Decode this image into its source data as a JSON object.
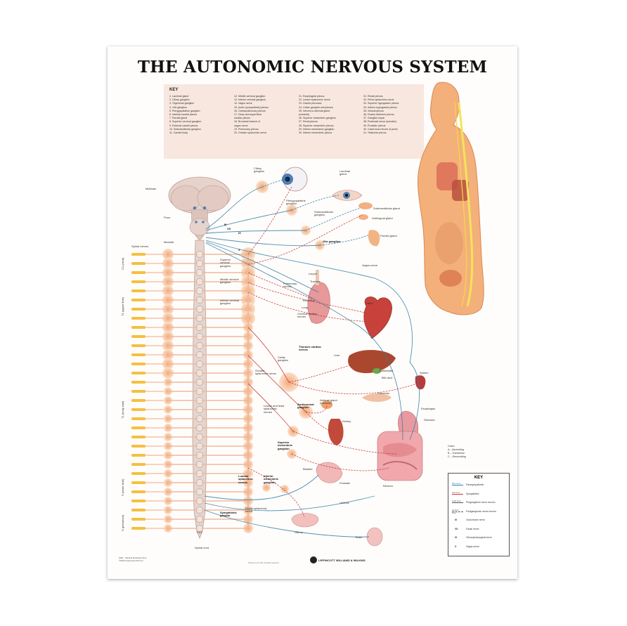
{
  "poster": {
    "title": "THE AUTONOMIC NERVOUS SYSTEM",
    "key_title": "KEY",
    "key_columns": [
      [
        "1. Lacrimal gland",
        "2. Ciliary ganglion",
        "3. Trigeminal ganglion",
        "4. Otic ganglion",
        "5. Pterygopalatine ganglion",
        "6. Internal carotid plexus",
        "7. Parotid gland",
        "8. Superior cervical ganglion",
        "9. External carotid plexus",
        "10. Submandibular ganglion",
        "11. Carotid body"
      ],
      [
        "12. Middle cervical ganglion",
        "13. Inferior cervical ganglion",
        "14. Vagus nerve",
        "15. Aortic (sympathetic) plexus",
        "16. Cardiopulmonary plexus",
        "17. Deep and superficial",
        "cardiac plexus",
        "18. Bronchial branch of",
        "vagus nerve",
        "19. Pulmonary plexus",
        "20. Greater splanchnic nerve"
      ],
      [
        "21. Esophageal plexus",
        "22. Lesser splanchnic nerve",
        "23. Gastric plexuses",
        "24. Celiac ganglion and plexus",
        "25. Nerves to adrenal gland",
        "(medulla)",
        "26. Superior mesenteric ganglion",
        "27. Renal plexus",
        "28. Superior mesenteric plexus",
        "29. Inferior mesenteric ganglion",
        "30. Inferior mesenteric plexus"
      ],
      [
        "31. Rectal plexus",
        "32. Pelvic splanchnic nerve",
        "33. Superior hypogastric plexus",
        "34. Inferior hypogastric plexus",
        "35. Vesical plexus",
        "36. Ductus deferens plexus",
        "37. Ganglion impar",
        "38. Pudendal nerve (somatic)",
        "39. Prostatic plexus",
        "40. Cavernous nerves of penis",
        "41. Testicular plexus"
      ]
    ],
    "labels": {
      "midbrain": "Midbrain",
      "pons": "Pons",
      "medulla": "Medulla",
      "spinal_nerves": "Spinal nerves",
      "ciliary_ganglion": "Ciliary ganglion",
      "lacrimal_gland": "Lacrimal gland",
      "pterygopalatine_ganglion": "Pterygopalatine ganglion",
      "submandibular_ganglion": "Submandibular ganglion",
      "submandibular_gland": "Submandibular gland",
      "sublingual_gland": "Sublingual gland",
      "parotid_gland": "Parotid gland",
      "otic_ganglion": "Otic ganglion",
      "vagus_nerve": "Vagus nerve",
      "superior_cervical_ganglion": "Superior cervical ganglion",
      "middle_cervical_ganglion": "Middle cervical ganglion",
      "inferior_cervical_ganglion": "Inferior cervical ganglion",
      "larynx": "Larynx",
      "trachea": "Trachea",
      "pulmonary_nerves": "Pulmonary nerves",
      "bronchus": "Bronchus",
      "lung": "Lung",
      "cervical_cardiac_nerves": "Cervical cardiac nerves",
      "heart": "Heart",
      "thoracic_cardiac_nerves": "Thoracic cardiac nerves",
      "liver": "Liver",
      "celiac_ganglion": "Celiac ganglion",
      "greater_splanchnic_nerve": "Greater splanchnic nerve",
      "gallbladder": "Gallbladder",
      "bile_duct": "Bile duct",
      "spleen": "Spleen",
      "lesser_splanchnic_nerve": "Lesser and least splanchnic nerves",
      "aorticorenal_ganglion": "Aorticorenal ganglion",
      "adrenal_gland": "Adrenal gland (medulla)",
      "kidney": "Kidney",
      "pancreas": "Pancreas",
      "esophagus": "Esophagus",
      "stomach": "Stomach",
      "superior_mesenteric_ganglion": "Superior mesenteric ganglion",
      "lumbar_splanchnic": "Lumbar splanchnic nerves",
      "inferior_mesenteric": "Inferior mesenteric ganglion",
      "bladder": "Bladder",
      "prostate": "Prostate",
      "urethra": "Urethra",
      "rectum": "Rectum",
      "pelvic_splanchnic": "Pelvic splanchnic nerve",
      "sympathetic_ganglia": "Sympathetic ganglia",
      "uterus": "Uterus",
      "testis": "Testis",
      "spinal_cord": "Spinal cord",
      "cervical": "C1 (neck)",
      "thoracic": "T1 (upper limb)",
      "lumbar": "T1 (body wall)",
      "sacral": "S (lower limb)",
      "perineum": "S (perineum)",
      "co": "Co1"
    },
    "cranial_numerals": [
      "III",
      "VII",
      "IX",
      "X"
    ],
    "colon_note": [
      "Colon:",
      "A – Ascending",
      "B – Transverse",
      "C – Descending"
    ],
    "legend": {
      "title": "KEY",
      "rows": [
        {
          "swatch": "Blue lines",
          "text": "Parasympathetic",
          "color": "#2f7fa8"
        },
        {
          "swatch": "Red lines",
          "text": "Sympathetic",
          "color": "#c23a3a"
        },
        {
          "swatch": "Solid lines",
          "text": "Preganglionic nerve neuron",
          "color": "#555555"
        },
        {
          "swatch": "Dashed lines",
          "text": "Postganglionic nerve neuron",
          "color": "#555555"
        },
        {
          "swatch": "III",
          "text": "Oculomotor nerve",
          "color": ""
        },
        {
          "swatch": "VII",
          "text": "Facial nerve",
          "color": ""
        },
        {
          "swatch": "IX",
          "text": "Glossopharyngeal nerve",
          "color": ""
        },
        {
          "swatch": "X",
          "text": "Vagus nerve",
          "color": ""
        }
      ]
    },
    "footer_left": [
      "1950 – Medical Illustrated Chart",
      "©2005 Anatomical Chart Co."
    ],
    "footer_mid": "Printed in the USA. All rights reserved.",
    "publisher": "LIPPINCOTT WILLIAMS & WILKINS",
    "colors": {
      "sympathetic": "#c23a3a",
      "parasympathetic": "#2f7fa8",
      "ganglion": "#f6c9a6",
      "nerve_fiber": "#f0b89a",
      "key_bg": "#f7e7de",
      "figure_skin": "#f3b07a"
    }
  }
}
